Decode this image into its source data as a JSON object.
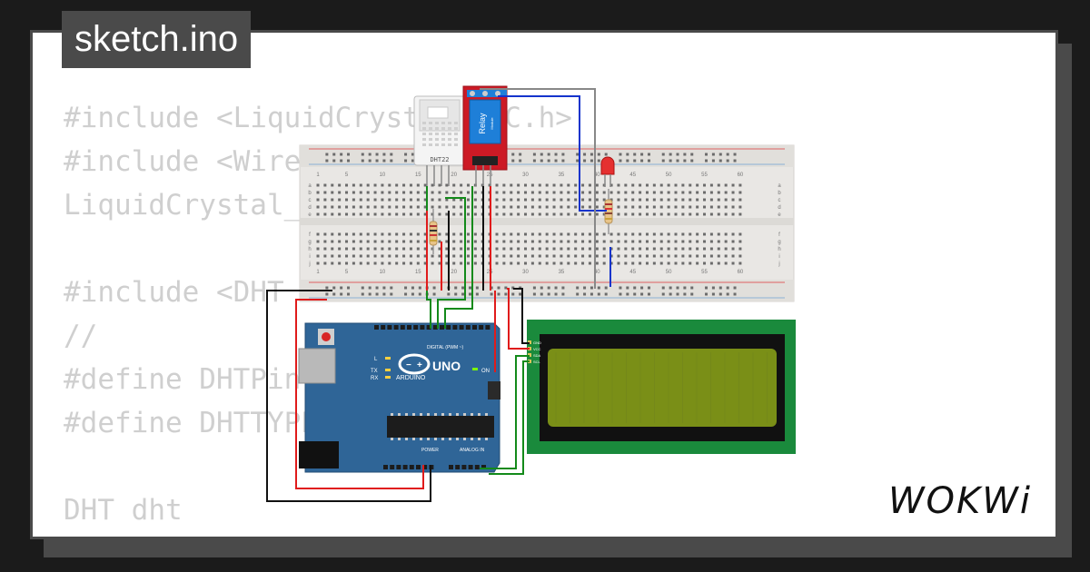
{
  "filename": "sketch.ino",
  "code_lines": [
    "#include <LiquidCrystal_I2C.h>",
    "#include <Wire.h>",
    "LiquidCrystal_I2C",
    "",
    "#include <DHT",
    "//",
    "#define DHTPin",
    "#define DHTTYPE",
    "",
    "DHT dht"
  ],
  "brand": "WOKWi",
  "circuit": {
    "dht_label": "DHT22",
    "relay_label": "Relay",
    "relay_sub": "Module",
    "arduino_brand": "ARDUINO",
    "arduino_model": "UNO",
    "arduino_digital": "DIGITAL (PWM ~)",
    "arduino_power": "POWER",
    "arduino_analog": "ANALOG IN",
    "arduino_on": "ON",
    "arduino_l": "L",
    "arduino_tx": "TX",
    "arduino_rx": "RX",
    "bb_numbers": [
      "1",
      "5",
      "10",
      "15",
      "20",
      "25",
      "30",
      "35",
      "40",
      "45",
      "50",
      "55",
      "60"
    ],
    "bb_rows_top": [
      "a",
      "b",
      "c",
      "d",
      "e"
    ],
    "bb_rows_bottom": [
      "f",
      "g",
      "h",
      "i",
      "j"
    ],
    "lcd_pins": [
      "GND",
      "VCC",
      "SDA",
      "SCL"
    ],
    "colors": {
      "arduino": "#2f6597",
      "relay": "#cc1a25",
      "lcd_frame": "#1a8a3c",
      "lcd_screen": "#7a8f17",
      "wire_green": "#138a1a",
      "wire_red": "#e01b1b",
      "wire_black": "#111111",
      "wire_blue": "#1534cc",
      "wire_gray": "#888888"
    }
  }
}
